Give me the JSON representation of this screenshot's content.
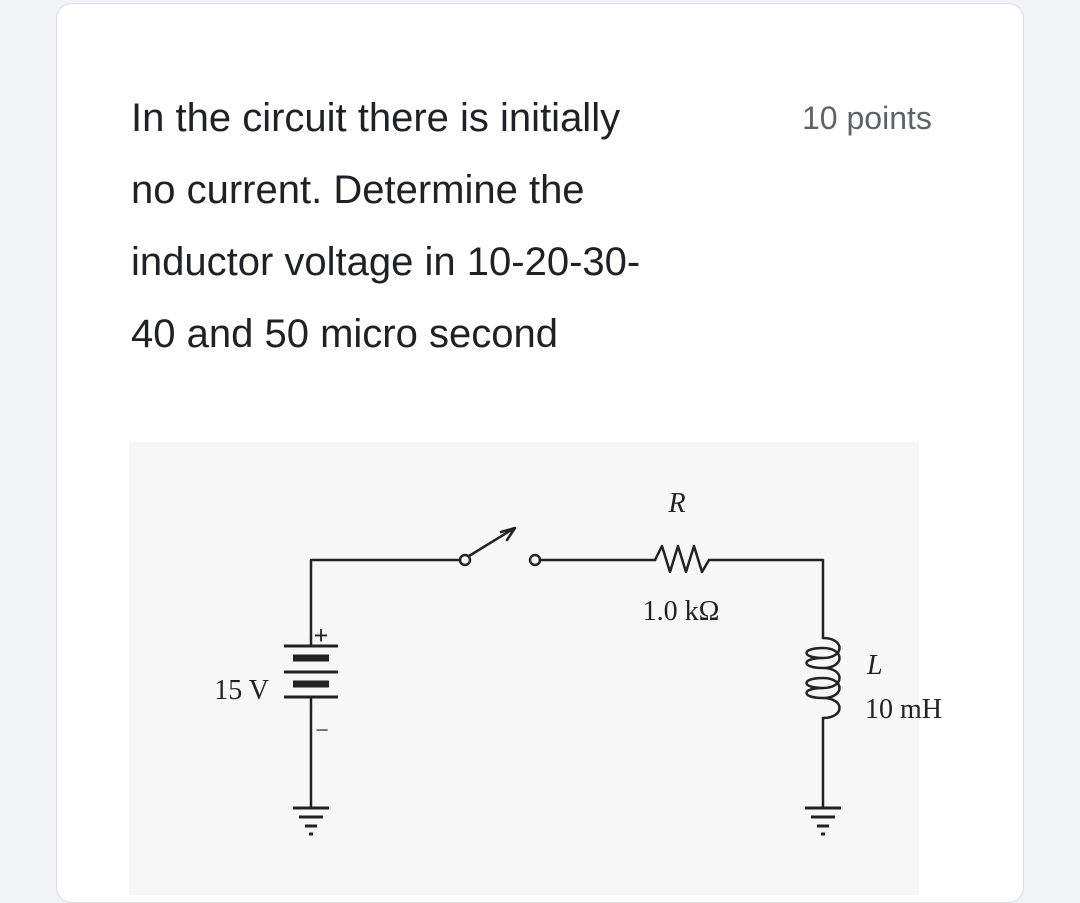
{
  "question": {
    "title_lines": [
      "In the circuit there is initially",
      "no current. Determine the",
      "inductor voltage in 10-20-30-",
      "40 and 50 micro second"
    ],
    "points": "10 points"
  },
  "circuit": {
    "resistor_symbol": "R",
    "resistor_value": "1.0 kΩ",
    "source_value": "15 V",
    "source_plus": "+",
    "source_minus": "−",
    "inductor_symbol": "L",
    "inductor_value": "10 mH"
  },
  "colors": {
    "background": "#f1f3f4",
    "card": "#ffffff",
    "title_text": "#202124",
    "points_text": "#5f6368",
    "figure_bg": "#f7f7f7",
    "wire": "#222222"
  }
}
